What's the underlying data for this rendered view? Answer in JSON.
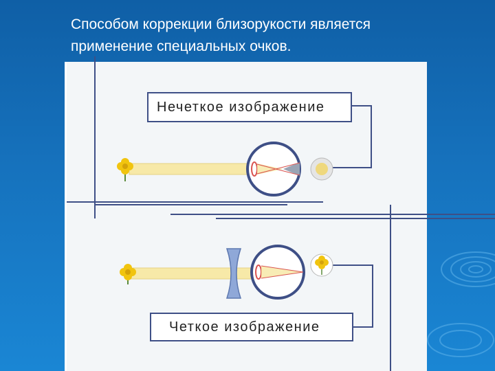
{
  "heading": {
    "line1": "Способом коррекции близорукости является",
    "line2": "применение специальных очков."
  },
  "diagram": {
    "top_label": "Нечеткое изображение",
    "bottom_label": "Четкое изображение"
  },
  "colors": {
    "background": "#1672bd",
    "panel": "#f3f6f8",
    "frame_line": "#3e4f86",
    "light_beam": "#f7e9a8",
    "lens": "#8fa8d8",
    "flower": "#f1c40f"
  }
}
